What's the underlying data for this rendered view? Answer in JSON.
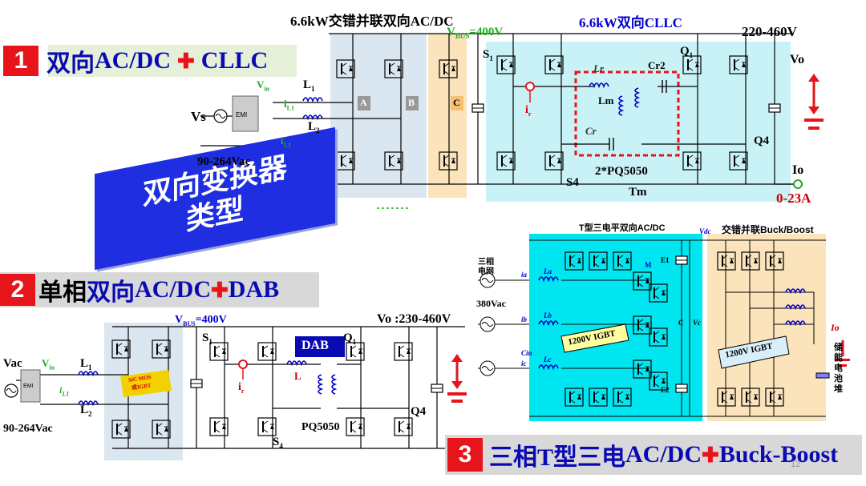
{
  "section1": {
    "number": "1",
    "title_cn": "双向",
    "title_mid": "AC/DC",
    "plus": "✚",
    "title_end": "CLLC"
  },
  "section2": {
    "number": "2",
    "title_cn1": "单相 ",
    "title_cn2": "双向",
    "title_mid": "AC/DC",
    "plus": "✚",
    "title_end": " DAB"
  },
  "section3": {
    "number": "3",
    "title_cn": "三相 ",
    "title_cn2": "T型三电",
    "title_mid": "AC/DC",
    "plus": "✚",
    "title_end": "Buck-Boost"
  },
  "ribbon": {
    "line1": "双向变换器",
    "line2": "类型"
  },
  "circuit1": {
    "title_left": "6.6kW交错并联双向AC/DC",
    "title_right": "6.6kW双向CLLC",
    "vbus": "V",
    "vbus_sub": "BUS",
    "vbus_val": "=400V",
    "v_out_range": "220-460V",
    "vo": "Vo",
    "io": "Io",
    "io_range": "0-23A",
    "vs": "Vs",
    "emi": "EMI",
    "vin": "V",
    "vin_sub": "in",
    "il1a": "i",
    "il1a_sub": "L1",
    "il1b": "i",
    "il1b_sub": "L1",
    "l1": "L",
    "l1_sub": "1",
    "l2": "L",
    "l2_sub": "2",
    "vac_range": "90-264Vac",
    "node_a": "A",
    "node_b": "B",
    "node_c": "C",
    "s1": "S",
    "s1_sub": "1",
    "s4": "S4",
    "ir": "i",
    "ir_sub": "r",
    "lr": "Lr",
    "cr2": "Cr2",
    "lm": "Lm",
    "cr": "Cr",
    "q1": "Q",
    "q1_sub": "1",
    "q4": "Q4",
    "core": "2*PQ5050",
    "tm": "Tm"
  },
  "circuit2": {
    "vac": "Vac",
    "emi": "EMI",
    "vin": "V",
    "vin_sub": "in",
    "il1": "i",
    "il1_sub": "L1",
    "l1": "L",
    "l1_sub": "1",
    "l2": "L",
    "l2_sub": "2",
    "vac_range": "90-264Vac",
    "vbus": "V",
    "vbus_sub": "BUS",
    "vbus_val": "=400V",
    "sic_line1": "SiC MOS",
    "sic_line2": "或IGBT",
    "s1": "S",
    "s1_sub": "1",
    "s4": "S",
    "s4_sub": "4",
    "ir": "i",
    "ir_sub": "r",
    "l": "L",
    "dab": "DAB",
    "q1": "Q",
    "q1_sub": "1",
    "q4": "Q4",
    "vo": "Vo :230-460V",
    "core": "PQ5050"
  },
  "circuit3": {
    "title_left": "T型三电平双向AC/DC",
    "vdc": "Vdc",
    "title_right": "交错并联Buck/Boost",
    "grid1": "三相",
    "grid2": "电网",
    "v380": "380Vac",
    "ia": "ia",
    "ib": "ib",
    "ic": "ic",
    "la": "La",
    "lb": "Lb",
    "lc": "Lc",
    "cin": "Cin",
    "m": "M",
    "e1": "E1",
    "e2": "E2",
    "c": "C",
    "vc": "Vc",
    "igbt1": "1200V IGBT",
    "igbt2": "1200V IGBT",
    "io": "Io",
    "bat1": "储",
    "bat2": "能",
    "bat3": "电",
    "bat4": "池",
    "bat5": "堆"
  },
  "page_number": "12",
  "colors": {
    "accent_red": "#e8141b",
    "title_blue": "#0a0ab4",
    "panel_green": "#e6efd8",
    "panel_gray": "#d8d8d8",
    "cyan": "#00e6f0",
    "light_cyan": "#c9f2f7",
    "light_blue": "#dbe7f0",
    "orange_panel": "#fbe3bc",
    "ribbon_blue": "#1f2ee0"
  }
}
